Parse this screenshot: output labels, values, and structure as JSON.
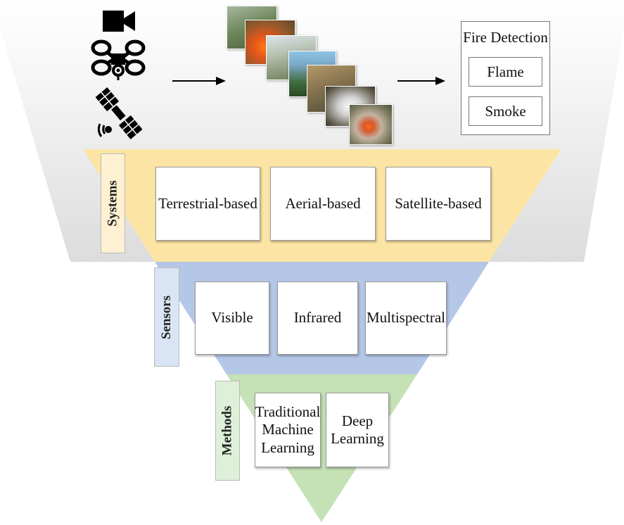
{
  "fire_detection": {
    "title": "Fire Detection",
    "items": [
      "Flame",
      "Smoke"
    ]
  },
  "systems": {
    "label": "Systems",
    "items": [
      "Terrestrial-based",
      "Aerial-based",
      "Satellite-based"
    ]
  },
  "sensors": {
    "label": "Sensors",
    "items": [
      "Visible",
      "Infrared",
      "Multispectral"
    ]
  },
  "methods": {
    "label": "Methods",
    "items": [
      "Traditional\nMachine\nLearning",
      "Deep\nLearning"
    ]
  },
  "icons": [
    "video-camera-icon",
    "drone-icon",
    "satellite-icon"
  ],
  "colors": {
    "systems": "#fce4a4",
    "sensors": "#b5c7e7",
    "methods": "#c5e1b6",
    "systems_label": "#fdf1d2",
    "sensors_label": "#d9e5f4",
    "methods_label": "#dff0d8"
  }
}
